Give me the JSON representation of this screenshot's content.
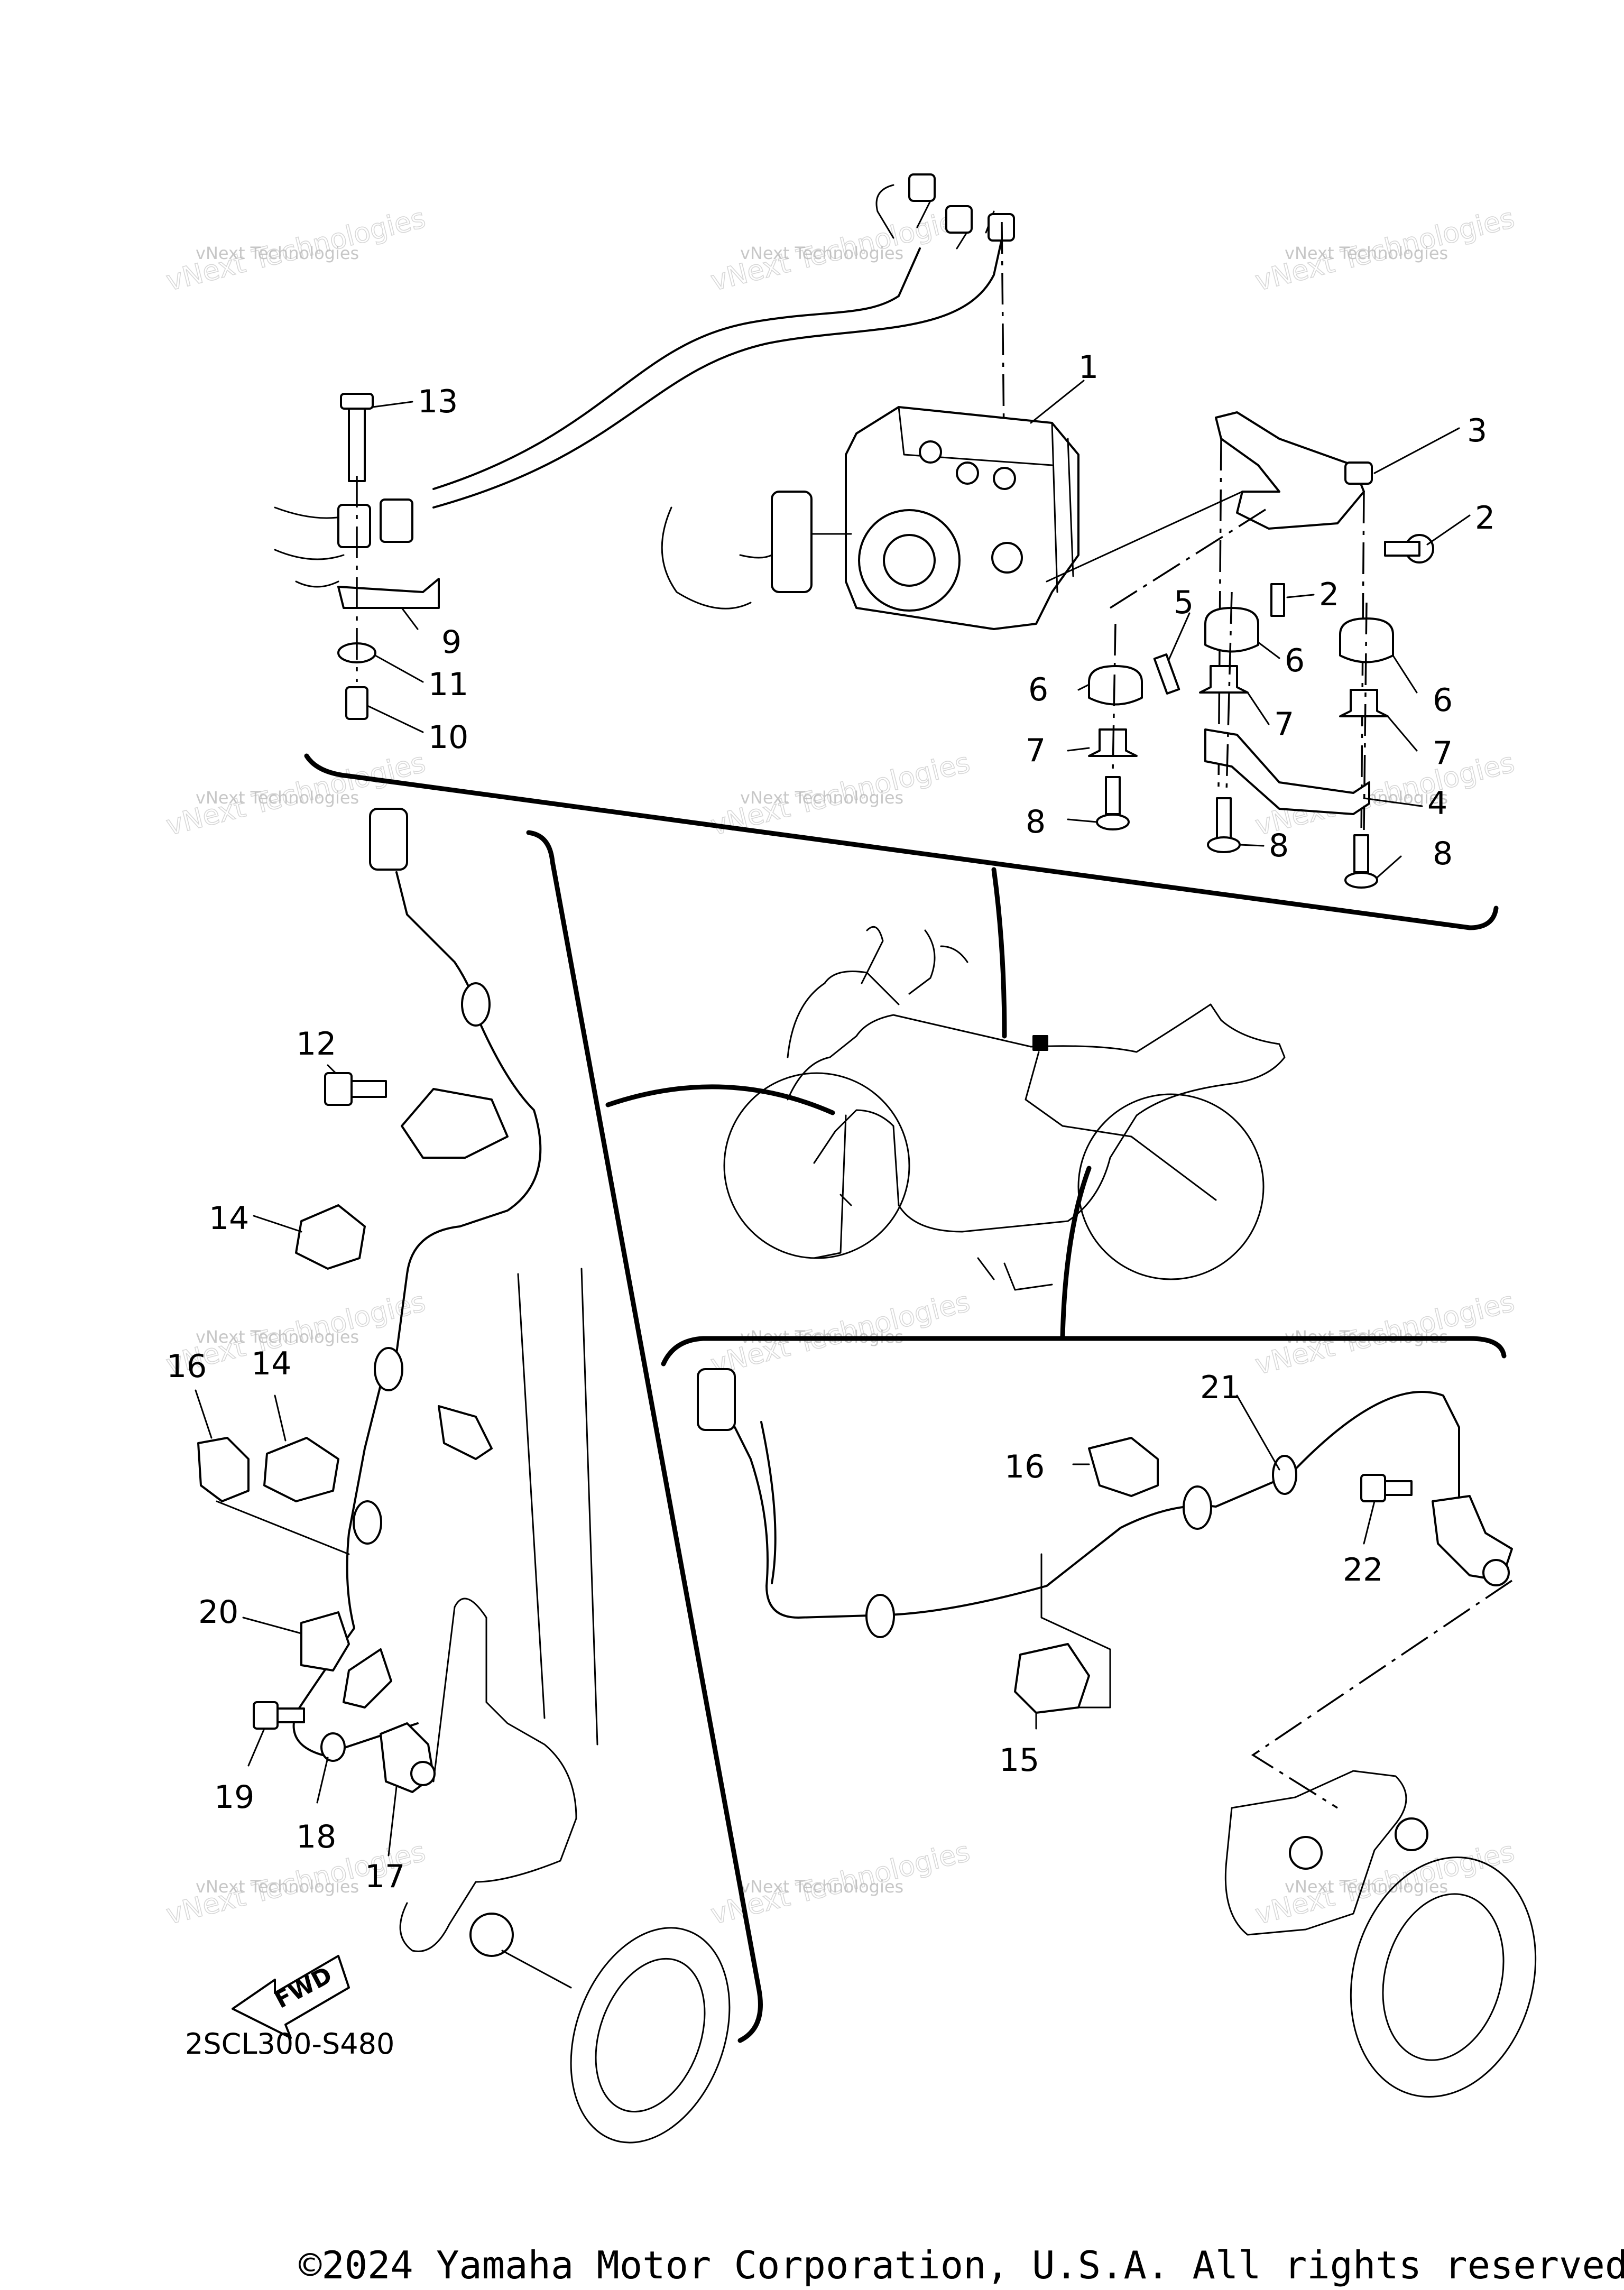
{
  "diagram_code": "2SCL300-S480",
  "copyright": "©2024 Yamaha Motor Corporation, U.S.A. All rights reserved.",
  "fwd_arrow_label": "FWD",
  "watermark": {
    "line1": "vNext Technologies",
    "line2": "vNext Technologies"
  },
  "callouts": [
    {
      "text": "1"
    },
    {
      "text": "2"
    },
    {
      "text": "2"
    },
    {
      "text": "3"
    },
    {
      "text": "4"
    },
    {
      "text": "5"
    },
    {
      "text": "6"
    },
    {
      "text": "6"
    },
    {
      "text": "6"
    },
    {
      "text": "7"
    },
    {
      "text": "7"
    },
    {
      "text": "7"
    },
    {
      "text": "8"
    },
    {
      "text": "8"
    },
    {
      "text": "8"
    },
    {
      "text": "9"
    },
    {
      "text": "10"
    },
    {
      "text": "11"
    },
    {
      "text": "12"
    },
    {
      "text": "13"
    },
    {
      "text": "14"
    },
    {
      "text": "14"
    },
    {
      "text": "15"
    },
    {
      "text": "16"
    },
    {
      "text": "16"
    },
    {
      "text": "17"
    },
    {
      "text": "18"
    },
    {
      "text": "19"
    },
    {
      "text": "20"
    },
    {
      "text": "21"
    },
    {
      "text": "22"
    }
  ]
}
